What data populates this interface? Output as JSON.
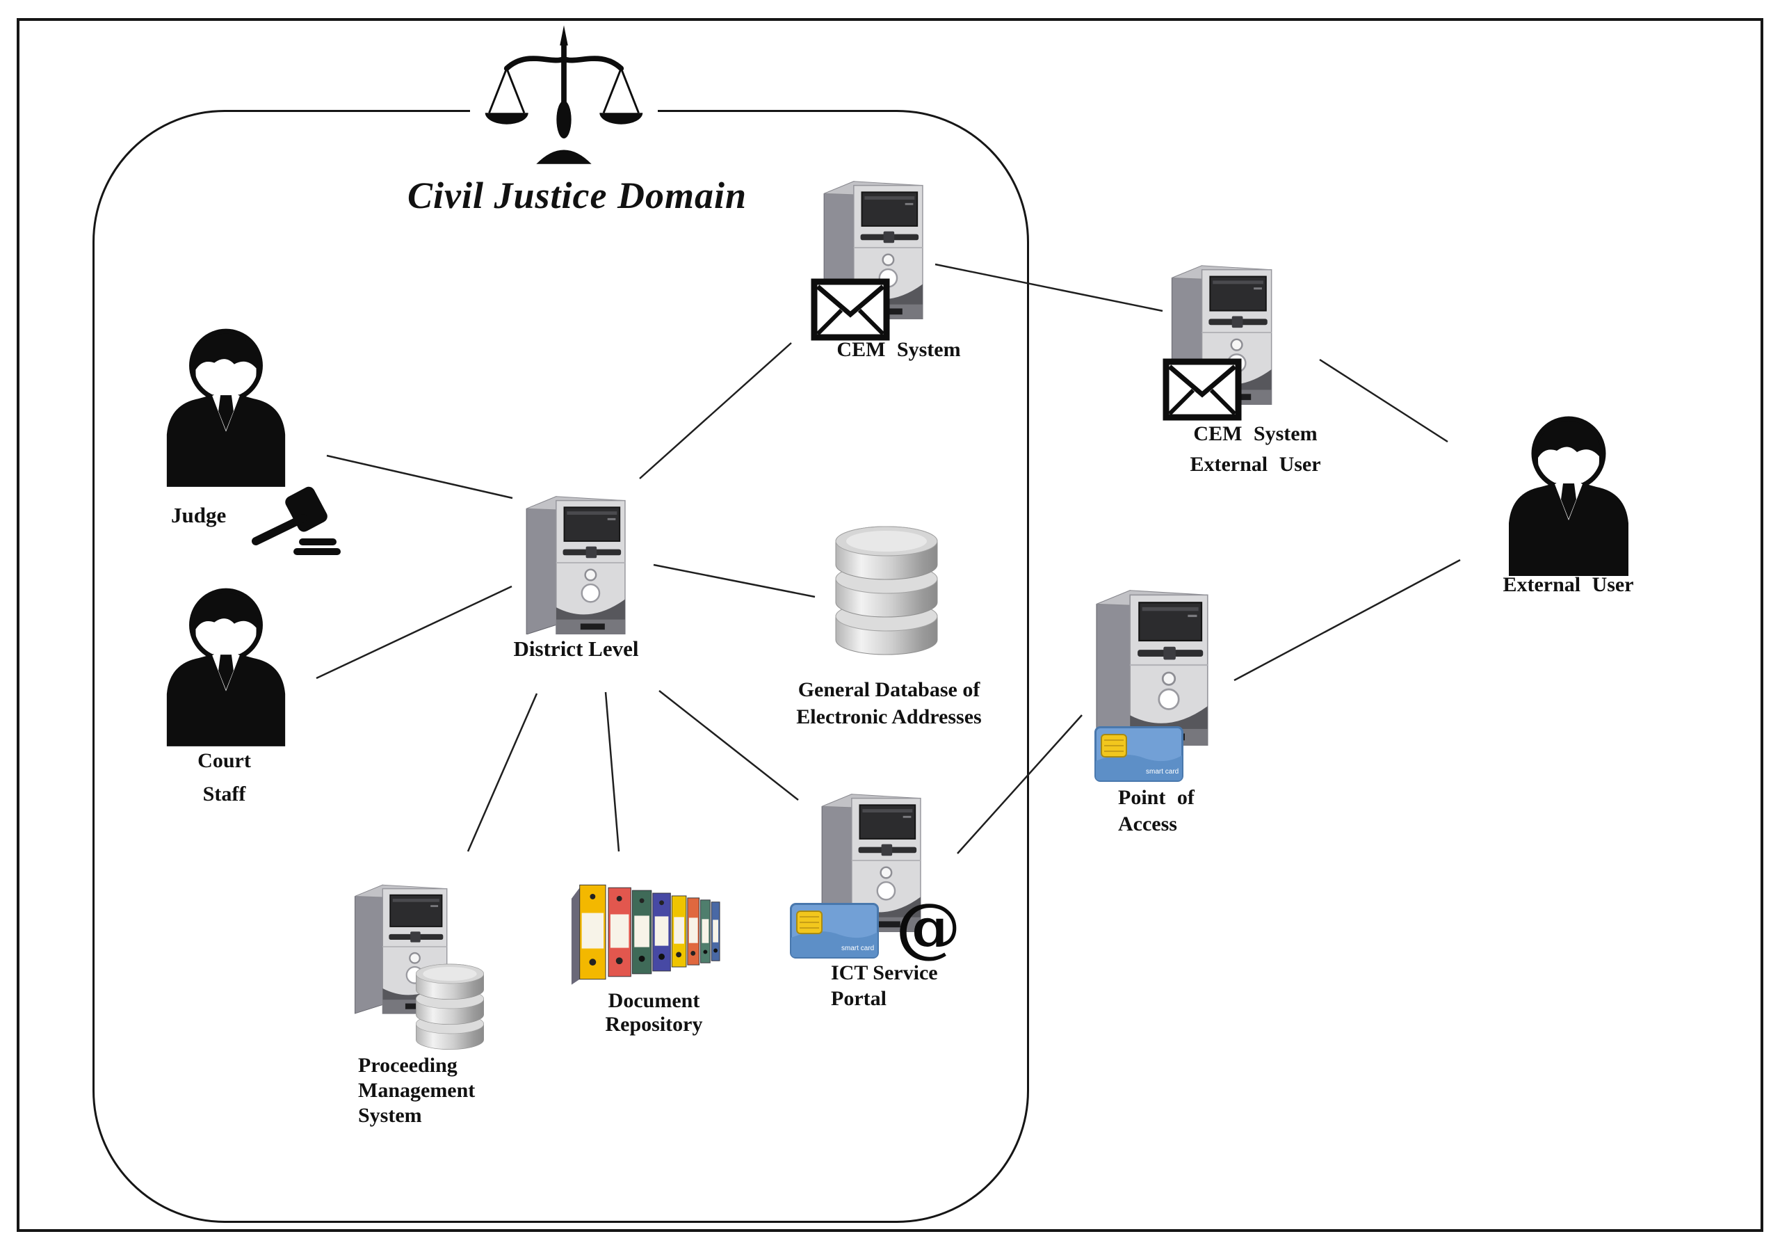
{
  "diagram": {
    "title": "Civil Justice Domain",
    "type": "system-architecture-diagram"
  },
  "nodes": {
    "judge": {
      "label": "Judge",
      "icons": [
        "person-icon",
        "gavel-icon"
      ]
    },
    "court_staff": {
      "line1": "Court",
      "line2": "Staff",
      "icons": [
        "person-icon"
      ]
    },
    "district_level": {
      "label": "District Level",
      "icons": [
        "computer-tower-icon"
      ]
    },
    "cem_system": {
      "label": "CEM System",
      "icons": [
        "computer-tower-icon",
        "envelope-icon"
      ]
    },
    "general_database": {
      "line1": "General Database of",
      "line2": "Electronic Addresses",
      "icons": [
        "database-icon"
      ]
    },
    "point_of_access": {
      "line1": "Point of",
      "line2": "Access",
      "icons": [
        "computer-tower-icon",
        "smart-card-icon"
      ]
    },
    "ict_service_portal": {
      "line1": "ICT Service",
      "line2": "Portal",
      "at_symbol": "@",
      "icons": [
        "computer-tower-icon",
        "smart-card-icon",
        "at-icon"
      ]
    },
    "document_repository": {
      "line1": "Document",
      "line2": "Repository",
      "icons": [
        "binders-icon"
      ]
    },
    "proceeding_management_system": {
      "line1": "Proceeding",
      "line2": "Management",
      "line3": "System",
      "icons": [
        "computer-tower-icon",
        "database-icon"
      ]
    },
    "cem_system_external_user": {
      "line1": "CEM System",
      "line2": "External User",
      "icons": [
        "computer-tower-icon",
        "envelope-icon"
      ]
    },
    "external_user": {
      "label": "External User",
      "icons": [
        "person-icon"
      ]
    }
  },
  "smart_card_label": "smart card",
  "edges": [
    {
      "from": "judge",
      "to": "district_level"
    },
    {
      "from": "court_staff",
      "to": "district_level"
    },
    {
      "from": "district_level",
      "to": "cem_system"
    },
    {
      "from": "district_level",
      "to": "general_database"
    },
    {
      "from": "district_level",
      "to": "proceeding_management_system"
    },
    {
      "from": "district_level",
      "to": "document_repository"
    },
    {
      "from": "district_level",
      "to": "ict_service_portal"
    },
    {
      "from": "ict_service_portal",
      "to": "point_of_access"
    },
    {
      "from": "point_of_access",
      "to": "external_user"
    },
    {
      "from": "cem_system",
      "to": "cem_system_external_user"
    },
    {
      "from": "cem_system_external_user",
      "to": "external_user"
    }
  ],
  "colors": {
    "line": "#1f1f1f",
    "text": "#111111",
    "border": "#161616",
    "card_blue": "#72a0d6",
    "chip_yellow": "#f2c71d",
    "binder_colors": [
      "#f3b800",
      "#e2574e",
      "#3f6a58",
      "#4749a4",
      "#efc400",
      "#e0683f",
      "#4f7e6d",
      "#4a69a5"
    ]
  }
}
